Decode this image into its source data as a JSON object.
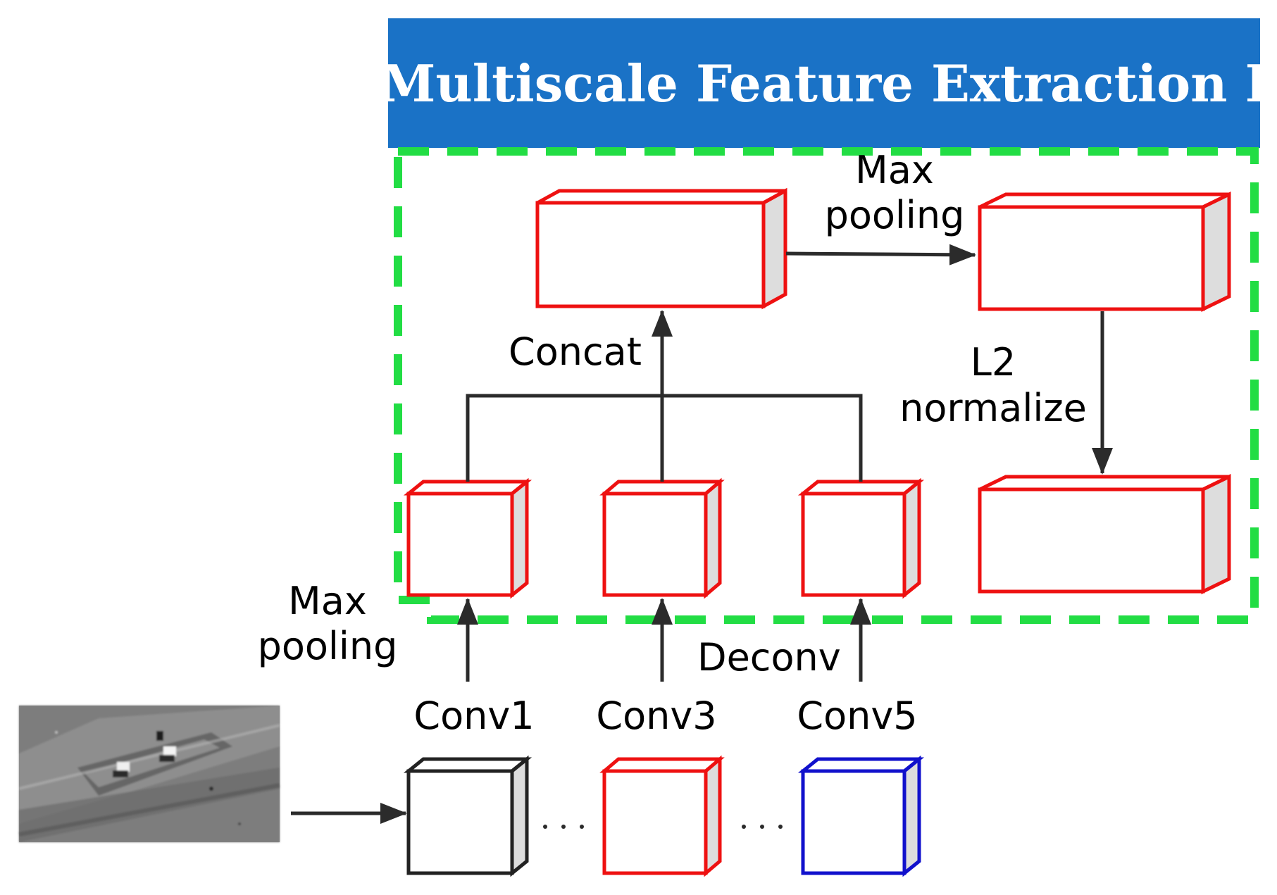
{
  "diagram": {
    "title": "Multiscale Feature Extraction I",
    "labels": {
      "top_max_pooling_line1": "Max",
      "top_max_pooling_line2": "pooling",
      "concat": "Concat",
      "l2_line1": "L2",
      "l2_line2": "normalize",
      "bottom_max_pooling_line1": "Max",
      "bottom_max_pooling_line2": "pooling",
      "deconv": "Deconv",
      "conv1": "Conv1",
      "conv3": "Conv3",
      "conv5": "Conv5"
    },
    "colors": {
      "title_bg": "#1a72c6",
      "title_text": "#ffffff",
      "dashed_border": "#22dd44",
      "red_box": "#ee1111",
      "blue_box": "#1111cc",
      "black_box": "#222222",
      "side_face": "#dddddd",
      "arrow": "#2b2b2b"
    },
    "input_image": "grayscale aerial photo",
    "ellipsis": "· · ·"
  }
}
